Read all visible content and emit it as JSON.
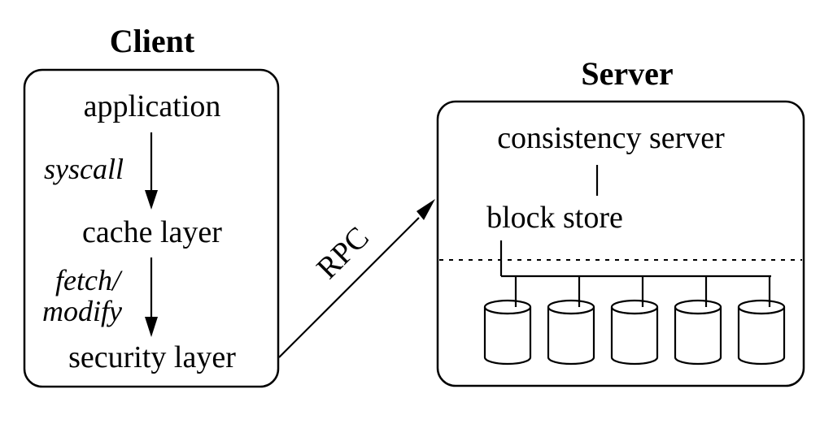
{
  "client": {
    "title": "Client",
    "application": "application",
    "syscall": "syscall",
    "cache_layer": "cache layer",
    "fetch": "fetch/",
    "modify": "modify",
    "security_layer": "security layer"
  },
  "connector": {
    "rpc": "RPC"
  },
  "server": {
    "title": "Server",
    "consistency_server": "consistency server",
    "block_store": "block store",
    "disk_count": 5
  }
}
